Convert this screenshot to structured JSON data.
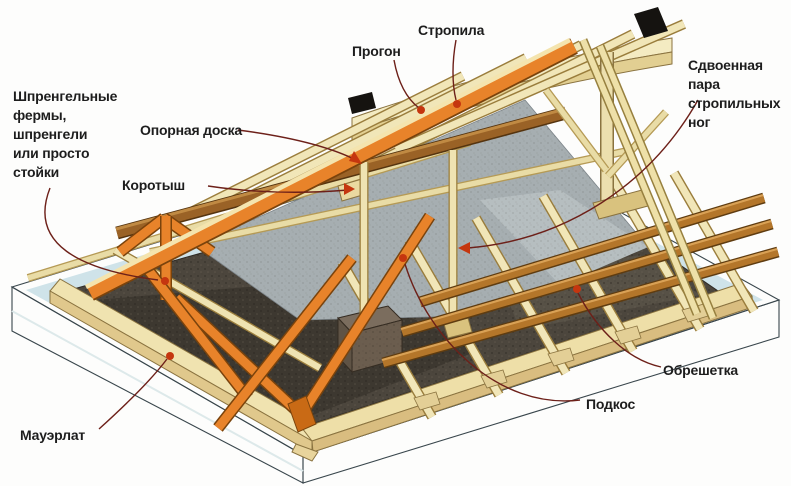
{
  "diagram": {
    "labels": {
      "sprengel": "Шпренгельные\nфермы,\nшпренгели\nили просто\nстойки",
      "support_board": "Опорная доска",
      "korotysh": "Коротыш",
      "progon": "Прогон",
      "rafters": "Стропила",
      "double_pair": "Сдвоенная пара\nстропильных ног",
      "sheathing": "Обрешетка",
      "strut": "Подкос",
      "mauerlat": "Мауэрлат"
    },
    "colors": {
      "wood_cream": "#f1e6b8",
      "wood_orange": "#e8832a",
      "batten_brown": "#b4762a",
      "slab_blue": "#c6dde4",
      "floor_dark": "#4c463d",
      "leader_line": "#6d2019",
      "marker_red": "#c5360f",
      "label_text": "#1d1d1d"
    }
  }
}
